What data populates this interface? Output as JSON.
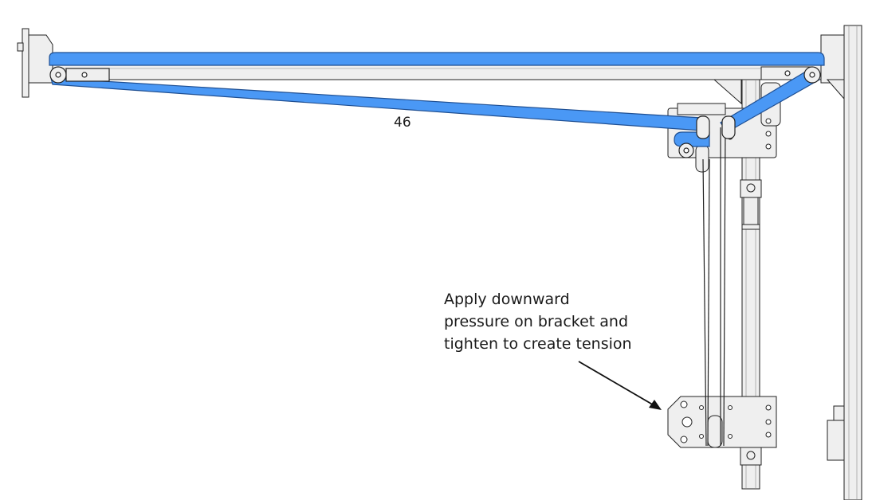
{
  "part_label": "46",
  "callout": {
    "lines": [
      "Apply downward",
      "pressure on bracket and",
      "tighten to create tension"
    ]
  },
  "colors": {
    "belt": "#4a98f5",
    "belt_edge": "#1f4f92",
    "metal": "#efefef",
    "outline": "#222222"
  }
}
